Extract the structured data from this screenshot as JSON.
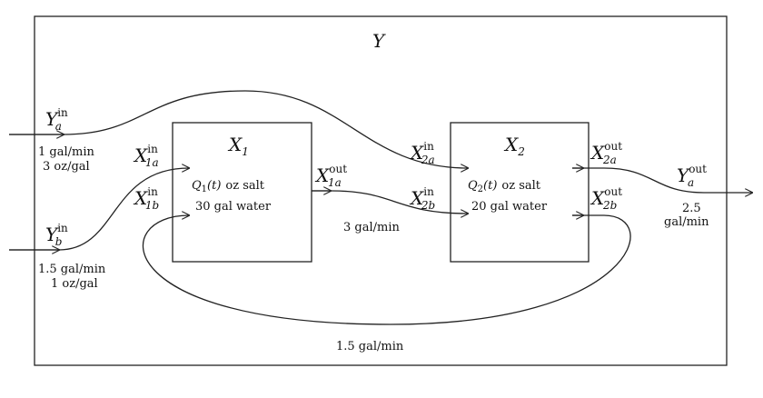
{
  "system_label": "Y",
  "tanks": [
    {
      "id": "x1",
      "label": "X",
      "label_sub": "1",
      "content_var": "Q",
      "content_sub": "1",
      "content_arg": "(t)",
      "content_unit": "oz salt",
      "volume": "30 gal water",
      "inputs": [
        {
          "base": "X",
          "sup": "in",
          "sub": "1a"
        },
        {
          "base": "X",
          "sup": "in",
          "sub": "1b"
        }
      ],
      "outputs": [
        {
          "base": "X",
          "sup": "out",
          "sub": "1a"
        }
      ]
    },
    {
      "id": "x2",
      "label": "X",
      "label_sub": "2",
      "content_var": "Q",
      "content_sub": "2",
      "content_arg": "(t)",
      "content_unit": "oz salt",
      "volume": "20 gal water",
      "inputs": [
        {
          "base": "X",
          "sup": "in",
          "sub": "2a"
        },
        {
          "base": "X",
          "sup": "in",
          "sub": "2b"
        }
      ],
      "outputs": [
        {
          "base": "X",
          "sup": "out",
          "sub": "2a"
        },
        {
          "base": "X",
          "sup": "out",
          "sub": "2b"
        }
      ]
    }
  ],
  "external_inputs": [
    {
      "base": "Y",
      "sup": "in",
      "sub": "a",
      "rate": "1 gal/min",
      "concentration": "3 oz/gal"
    },
    {
      "base": "Y",
      "sup": "in",
      "sub": "b",
      "rate": "1.5 gal/min",
      "concentration": "1 oz/gal"
    }
  ],
  "external_output": {
    "base": "Y",
    "sup": "out",
    "sub": "a",
    "rate_line1": "2.5",
    "rate_line2": "gal/min"
  },
  "flows": {
    "x1_to_x2_rate": "3 gal/min",
    "recirculation_rate": "1.5 gal/min"
  },
  "colors": {
    "stroke": "#222222",
    "text": "#111111",
    "background": "#ffffff"
  }
}
